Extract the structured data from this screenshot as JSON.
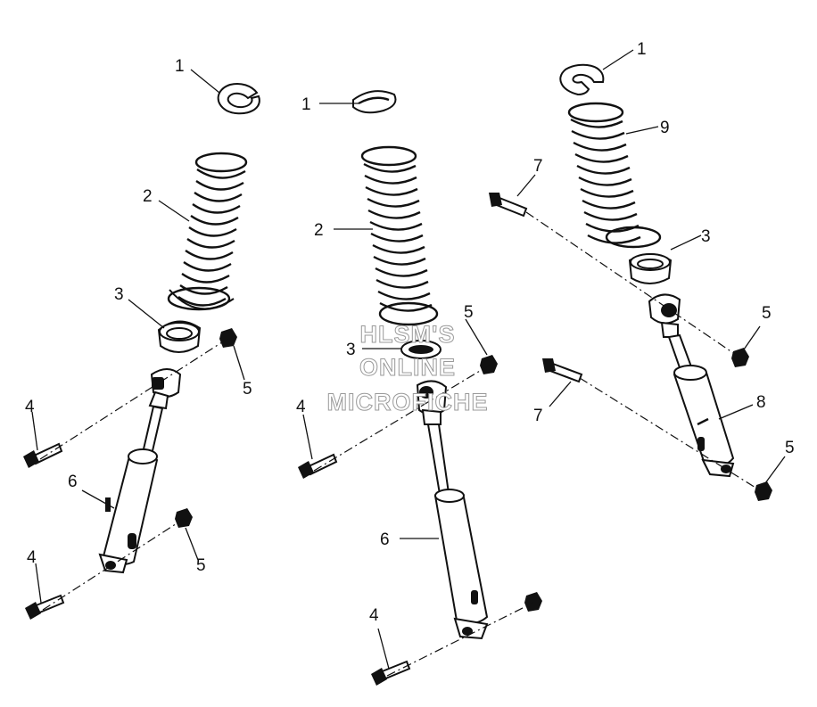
{
  "watermark": {
    "line1": "HLSM'S",
    "line2": "ONLINE",
    "line3": "MICROFICHE"
  },
  "callouts": {
    "retainer": "1",
    "spring": "2",
    "spring_seat": "3",
    "lower_bolt": "4",
    "nut": "5",
    "shock_absorber": "6",
    "upper_bolt": "7",
    "rear_shock_absorber": "8",
    "rear_spring": "9"
  }
}
